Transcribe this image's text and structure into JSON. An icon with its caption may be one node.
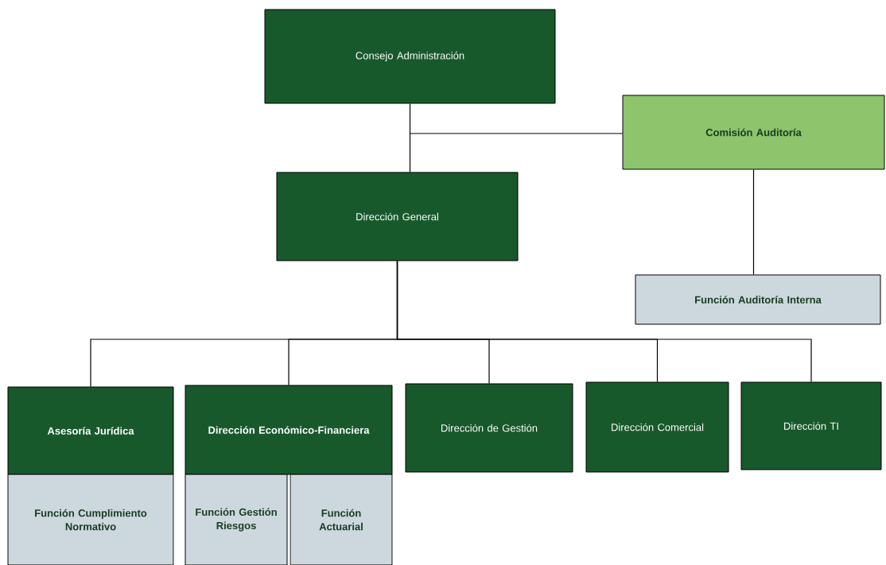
{
  "diagram": {
    "nodes": [
      {
        "text": [
          "Consejo Administración"
        ]
      },
      {
        "text": [
          "Comisión Auditoría"
        ]
      },
      {
        "text": [
          "Dirección General"
        ]
      },
      {
        "text": [
          "Función Auditoría Interna"
        ]
      },
      {
        "text": [
          "Asesoría Jurídica"
        ]
      },
      {
        "text": [
          "Función Cumplimiento Normativo"
        ]
      },
      {
        "text": [
          "Dirección Económico-Financiera"
        ]
      },
      {
        "text": [
          "Función Gestión Riesgos"
        ]
      },
      {
        "text": [
          "Función Actuarial"
        ]
      },
      {
        "text": [
          "Dirección de Gestión"
        ]
      },
      {
        "text": [
          "Dirección Comercial"
        ]
      },
      {
        "text": [
          "Dirección TI"
        ]
      }
    ],
    "edges": [
      {
        "from": 0,
        "to": 2,
        "arrow": "none"
      },
      {
        "from": 0,
        "to": 1,
        "arrow": "none"
      },
      {
        "from": 1,
        "to": 3,
        "arrow": "none"
      },
      {
        "from": 2,
        "to": 4,
        "arrow": "none"
      },
      {
        "from": 2,
        "to": 6,
        "arrow": "none"
      },
      {
        "from": 2,
        "to": 9,
        "arrow": "none"
      },
      {
        "from": 2,
        "to": 10,
        "arrow": "none"
      },
      {
        "from": 2,
        "to": 11,
        "arrow": "none"
      }
    ]
  }
}
